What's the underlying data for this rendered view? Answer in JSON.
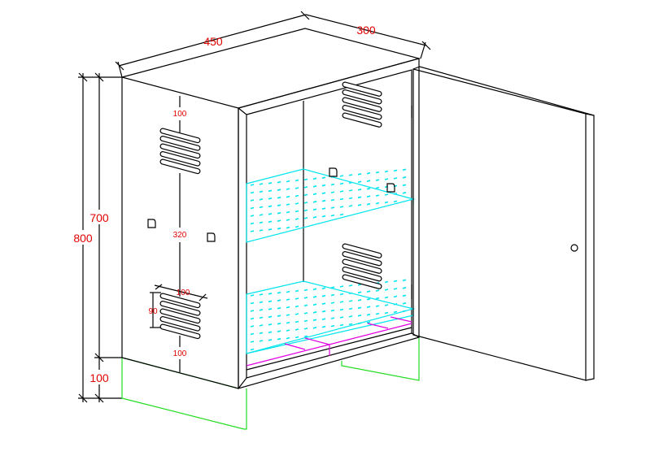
{
  "drawing": {
    "colors": {
      "outline": "#000000",
      "plinth": "#22dd22",
      "shelf": "#00e5ee",
      "support": "#e000e0",
      "dimension_text": "#e00000"
    },
    "dimensions": {
      "width": "450",
      "depth": "300",
      "total_height": "800",
      "body_height": "700",
      "plinth_height": "100",
      "vent_top_offset": "100",
      "vent_spacing": "320",
      "vent_width": "100",
      "vent_height": "90",
      "vent_bottom_offset": "100"
    }
  }
}
